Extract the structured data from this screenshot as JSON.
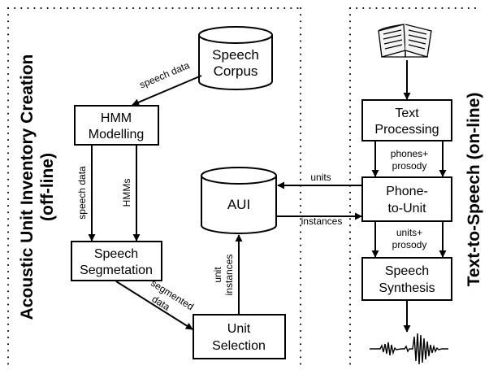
{
  "sections": {
    "offline": {
      "title_line1": "Acoustic Unit Inventory Creation",
      "title_line2": "(off-line)"
    },
    "online": {
      "title": "Text-to-Speech (on-line)"
    }
  },
  "nodes": {
    "speech_corpus": {
      "line1": "Speech",
      "line2": "Corpus"
    },
    "hmm_modelling": {
      "line1": "HMM",
      "line2": "Modelling"
    },
    "speech_segmentation": {
      "line1": "Speech",
      "line2": "Segmetation"
    },
    "unit_selection": {
      "line1": "Unit",
      "line2": "Selection"
    },
    "aui": {
      "label": "AUI"
    },
    "text_processing": {
      "line1": "Text",
      "line2": "Processing"
    },
    "phone_to_unit": {
      "line1": "Phone-",
      "line2": "to-Unit"
    },
    "speech_synthesis": {
      "line1": "Speech",
      "line2": "Synthesis"
    }
  },
  "edges": {
    "speech_data_top": "speech data",
    "speech_data_left": "speech data",
    "hmms": "HMMs",
    "segmented_line1": "segmented",
    "segmented_line2": "data",
    "unit_instances_line1": "unit",
    "unit_instances_line2": "instances",
    "units": "units",
    "instances": "instances",
    "phones_prosody_line1": "phones+",
    "phones_prosody_line2": "prosody",
    "units_prosody_line1": "units+",
    "units_prosody_line2": "prosody"
  },
  "icons": [
    "book-icon",
    "waveform-icon"
  ]
}
